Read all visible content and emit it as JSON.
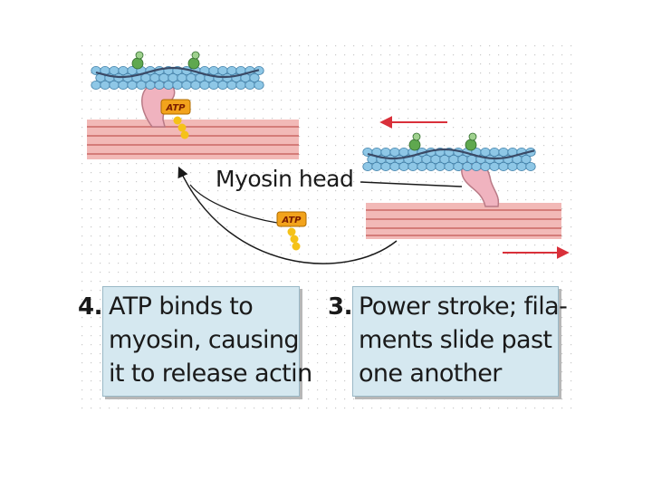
{
  "myosin_head_label": "Myosin head",
  "atp_top": "ATP",
  "atp_mid": "ATP",
  "step4": {
    "number": "4.",
    "lines": [
      "ATP binds to",
      "myosin, causing",
      "it to release actin"
    ]
  },
  "step3": {
    "number": "3.",
    "lines": [
      "Power stroke; fila-",
      "ments slide past",
      "one another"
    ]
  },
  "colors": {
    "actin_blue": "#8ec7e6",
    "tropomyosin": "#3a4a66",
    "troponin_green": "#5fa84f",
    "myosin_pink": "#f0b3bf",
    "thick_filament": "#f2b9b7",
    "arrow_red": "#d9303a",
    "atp_orange": "#f2a31c",
    "box_fill": "#d5e8f0"
  }
}
